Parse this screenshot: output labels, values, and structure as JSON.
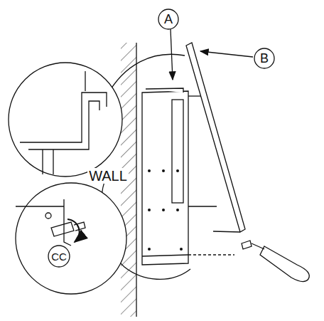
{
  "diagram": {
    "labels": [
      "A",
      "B",
      "WALL",
      "CC"
    ]
  }
}
